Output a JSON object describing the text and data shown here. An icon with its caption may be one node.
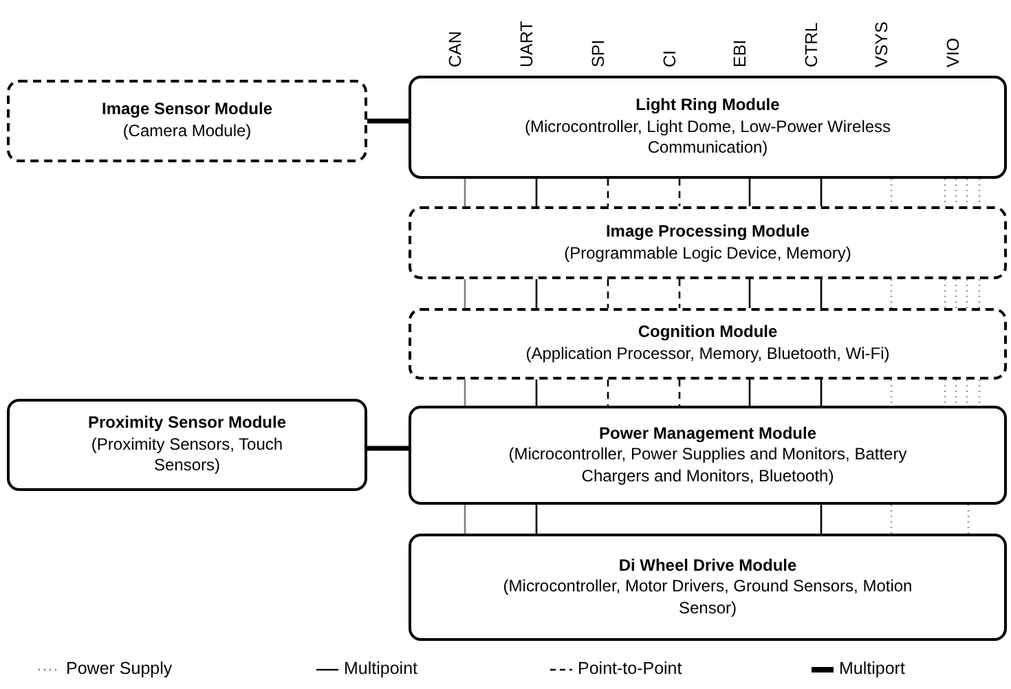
{
  "diagram": {
    "nodes": [
      {
        "text": [
          "Image Sensor Module",
          "(Camera Module)"
        ]
      },
      {
        "text": [
          "Light Ring Module",
          "(Microcontroller, Light Dome, Low-Power Wireless Communication)"
        ]
      },
      {
        "text": [
          "Image Processing Module",
          "(Programmable Logic Device, Memory)"
        ]
      },
      {
        "text": [
          "Cognition Module",
          "(Application Processor, Memory, Bluetooth, Wi-Fi)"
        ]
      },
      {
        "text": [
          "Proximity Sensor Module",
          "(Proximity Sensors, Touch Sensors)"
        ]
      },
      {
        "text": [
          "Power Management Module",
          "(Microcontroller, Power Supplies and Monitors, Battery Chargers and Monitors, Bluetooth)"
        ]
      },
      {
        "text": [
          "Di Wheel Drive Module",
          "(Microcontroller, Motor Drivers, Ground Sensors, Motion Sensor)"
        ]
      }
    ],
    "edges": [
      {
        "from": 0,
        "to": 1,
        "arrow": "none",
        "style": "thick"
      },
      {
        "from": 4,
        "to": 5,
        "arrow": "none",
        "style": "thick"
      },
      {
        "from": 1,
        "to": 2,
        "arrow": "none",
        "color": "#808080"
      },
      {
        "from": 1,
        "to": 2,
        "arrow": "none"
      },
      {
        "from": 1,
        "to": 2,
        "arrow": "none",
        "style": "dashed"
      },
      {
        "from": 1,
        "to": 2,
        "arrow": "none",
        "style": "dashed"
      },
      {
        "from": 1,
        "to": 2,
        "arrow": "none"
      },
      {
        "from": 1,
        "to": 2,
        "arrow": "none"
      },
      {
        "from": 1,
        "to": 2,
        "arrow": "none",
        "style": "dashed",
        "color": "#999999"
      },
      {
        "from": 1,
        "to": 2,
        "arrow": "none",
        "style": "dashed",
        "color": "#999999"
      },
      {
        "from": 1,
        "to": 2,
        "arrow": "none",
        "style": "dashed",
        "color": "#999999"
      },
      {
        "from": 1,
        "to": 2,
        "arrow": "none",
        "style": "dashed",
        "color": "#999999"
      },
      {
        "from": 1,
        "to": 2,
        "arrow": "none",
        "style": "dashed",
        "color": "#999999"
      },
      {
        "from": 2,
        "to": 3,
        "arrow": "none",
        "color": "#808080"
      },
      {
        "from": 2,
        "to": 3,
        "arrow": "none"
      },
      {
        "from": 2,
        "to": 3,
        "arrow": "none",
        "style": "dashed"
      },
      {
        "from": 2,
        "to": 3,
        "arrow": "none",
        "style": "dashed"
      },
      {
        "from": 2,
        "to": 3,
        "arrow": "none"
      },
      {
        "from": 2,
        "to": 3,
        "arrow": "none"
      },
      {
        "from": 2,
        "to": 3,
        "arrow": "none",
        "style": "dashed",
        "color": "#999999"
      },
      {
        "from": 2,
        "to": 3,
        "arrow": "none",
        "style": "dashed",
        "color": "#999999"
      },
      {
        "from": 2,
        "to": 3,
        "arrow": "none",
        "style": "dashed",
        "color": "#999999"
      },
      {
        "from": 2,
        "to": 3,
        "arrow": "none",
        "style": "dashed",
        "color": "#999999"
      },
      {
        "from": 2,
        "to": 3,
        "arrow": "none",
        "style": "dashed",
        "color": "#999999"
      },
      {
        "from": 3,
        "to": 5,
        "arrow": "none",
        "color": "#808080"
      },
      {
        "from": 3,
        "to": 5,
        "arrow": "none"
      },
      {
        "from": 3,
        "to": 5,
        "arrow": "none",
        "style": "dashed"
      },
      {
        "from": 3,
        "to": 5,
        "arrow": "none",
        "style": "dashed"
      },
      {
        "from": 3,
        "to": 5,
        "arrow": "none"
      },
      {
        "from": 3,
        "to": 5,
        "arrow": "none"
      },
      {
        "from": 3,
        "to": 5,
        "arrow": "none",
        "style": "dashed",
        "color": "#999999"
      },
      {
        "from": 3,
        "to": 5,
        "arrow": "none",
        "style": "dashed",
        "color": "#999999"
      },
      {
        "from": 3,
        "to": 5,
        "arrow": "none",
        "style": "dashed",
        "color": "#999999"
      },
      {
        "from": 3,
        "to": 5,
        "arrow": "none",
        "style": "dashed",
        "color": "#999999"
      },
      {
        "from": 3,
        "to": 5,
        "arrow": "none",
        "style": "dashed",
        "color": "#999999"
      },
      {
        "from": 5,
        "to": 6,
        "arrow": "none",
        "color": "#808080"
      },
      {
        "from": 5,
        "to": 6,
        "arrow": "none"
      },
      {
        "from": 5,
        "to": 6,
        "arrow": "none"
      },
      {
        "from": 5,
        "to": 6,
        "arrow": "none",
        "style": "dashed",
        "color": "#999999"
      },
      {
        "from": 5,
        "to": 6,
        "arrow": "none",
        "style": "dashed",
        "color": "#999999"
      }
    ],
    "labels": [
      "CAN",
      "UART",
      "SPI",
      "CI",
      "EBI",
      "CTRL",
      "VSYS",
      "VIO"
    ],
    "legend": [
      {
        "text": "Power Supply"
      },
      {
        "text": "Multipoint"
      },
      {
        "text": "Point-to-Point"
      },
      {
        "text": "Multiport"
      }
    ]
  }
}
